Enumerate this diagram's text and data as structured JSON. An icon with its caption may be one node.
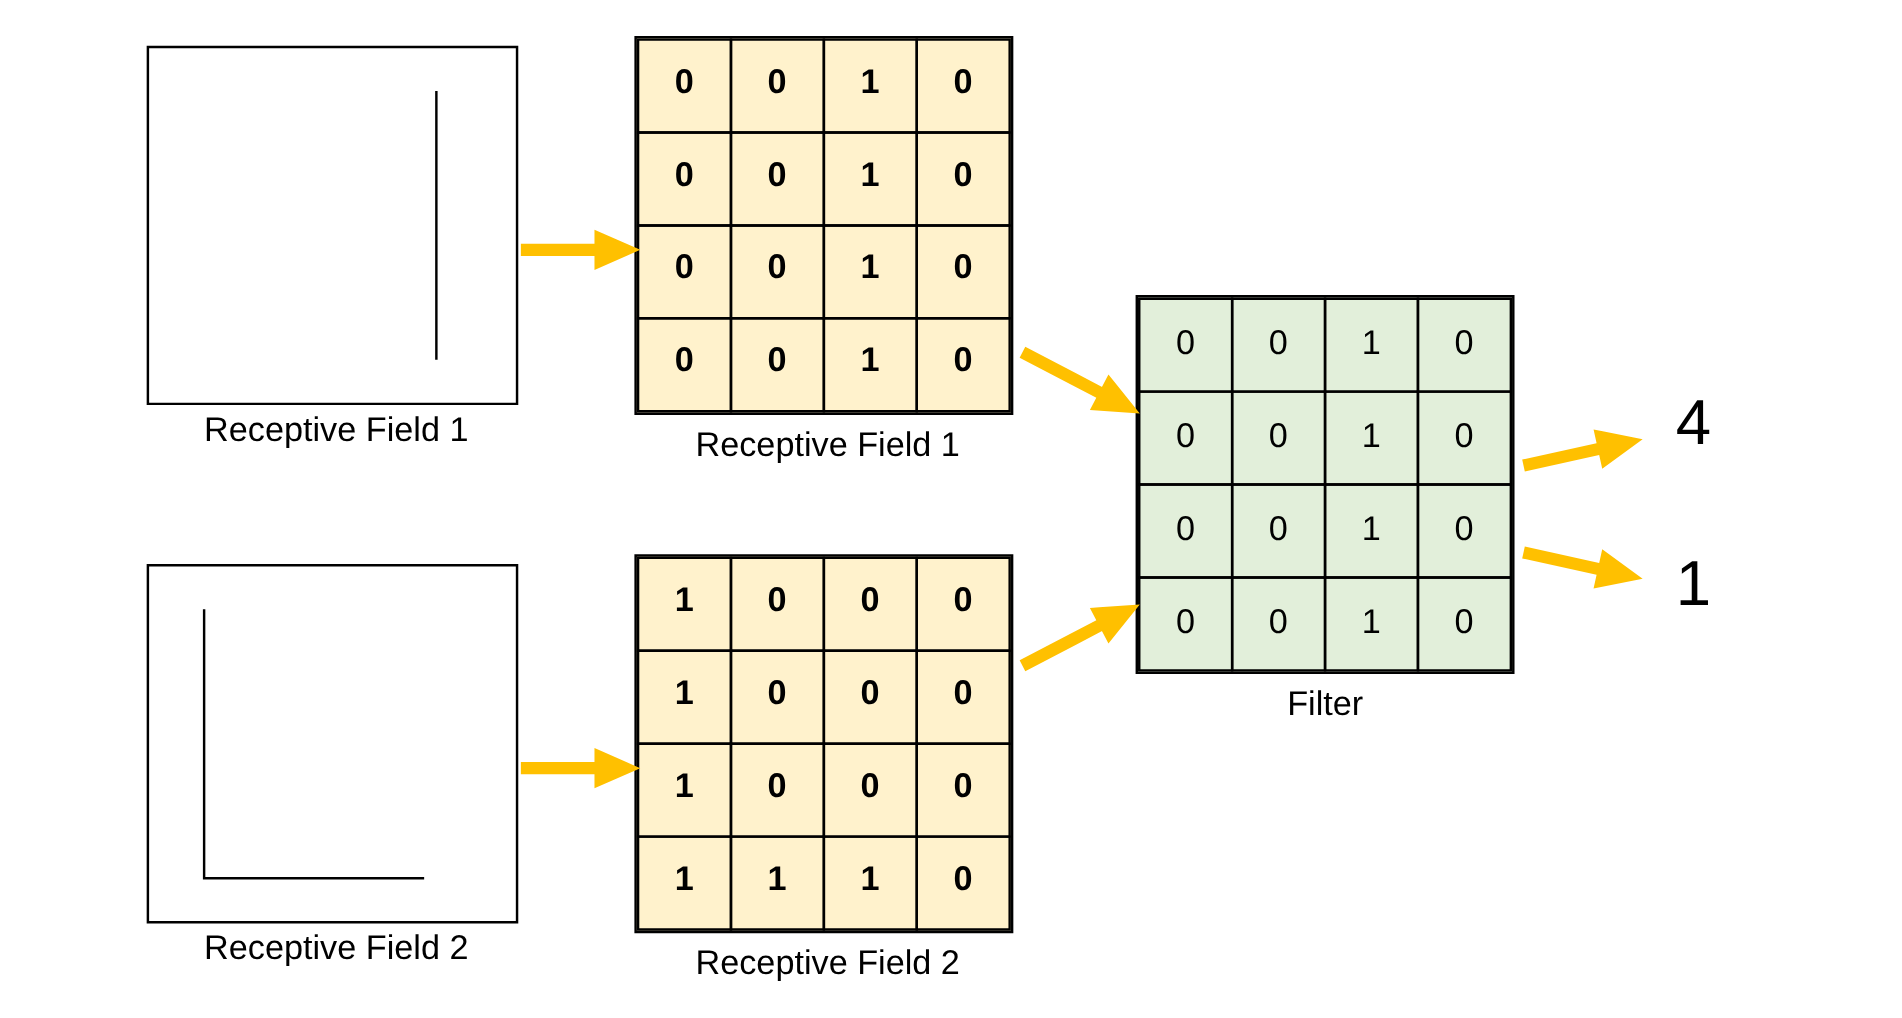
{
  "diagram": {
    "nodes": [
      {
        "text": [],
        "shape": "picture",
        "beside": [
          "Receptive Field 1"
        ]
      },
      {
        "text": [
          "0",
          "0",
          "1",
          "0",
          "0",
          "0",
          "1",
          "0",
          "0",
          "0",
          "1",
          "0",
          "0",
          "0",
          "1",
          "0"
        ],
        "beside": [
          "Receptive Field 1"
        ]
      },
      {
        "text": [],
        "shape": "picture",
        "beside": [
          "Receptive Field 2"
        ]
      },
      {
        "text": [
          "1",
          "0",
          "0",
          "0",
          "1",
          "0",
          "0",
          "0",
          "1",
          "0",
          "0",
          "0",
          "1",
          "1",
          "1",
          "0"
        ],
        "beside": [
          "Receptive Field 2"
        ]
      },
      {
        "text": [
          "0",
          "0",
          "1",
          "0",
          "0",
          "0",
          "1",
          "0",
          "0",
          "0",
          "1",
          "0",
          "0",
          "0",
          "1",
          "0"
        ],
        "beside": [
          "Filter"
        ]
      },
      {
        "text": [
          "4"
        ]
      },
      {
        "text": [
          "1"
        ]
      }
    ],
    "edges": [
      {
        "from": 0,
        "to": 1,
        "arrow": "to"
      },
      {
        "from": 2,
        "to": 3,
        "arrow": "to"
      },
      {
        "from": 1,
        "to": 4,
        "arrow": "to"
      },
      {
        "from": 3,
        "to": 4,
        "arrow": "to"
      },
      {
        "from": 4,
        "to": 5,
        "arrow": "to"
      },
      {
        "from": 4,
        "to": 6,
        "arrow": "to"
      }
    ]
  }
}
